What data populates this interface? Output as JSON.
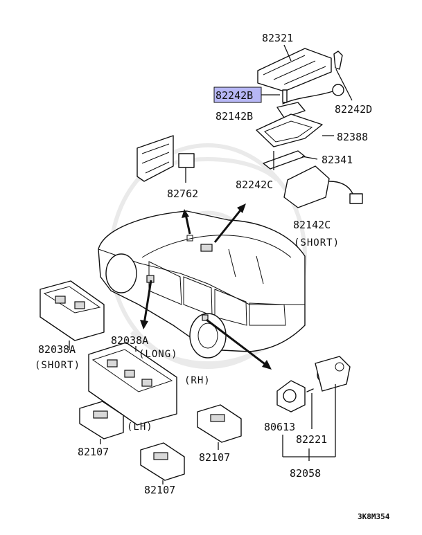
{
  "labels": {
    "p82321": "82321",
    "p82242B": "82242B",
    "p82242D": "82242D",
    "p82142B": "82142B",
    "p82388": "82388",
    "p82341": "82341",
    "p82242C": "82242C",
    "p82762": "82762",
    "p82142C": "82142C",
    "short1": "(SHORT)",
    "p82038A_left": "82038A",
    "short2": "(SHORT)",
    "p82038A_right": "82038A",
    "long": "(LONG)",
    "rh": "(RH)",
    "lh": "(LH)",
    "p82107_a": "82107",
    "p82107_b": "82107",
    "p82107_c": "82107",
    "p80613": "80613",
    "p82221": "82221",
    "p82058": "82058"
  },
  "highlight": {
    "part": "82242B",
    "color": "#b7b7f5"
  },
  "diagram_code": "3K8M354"
}
